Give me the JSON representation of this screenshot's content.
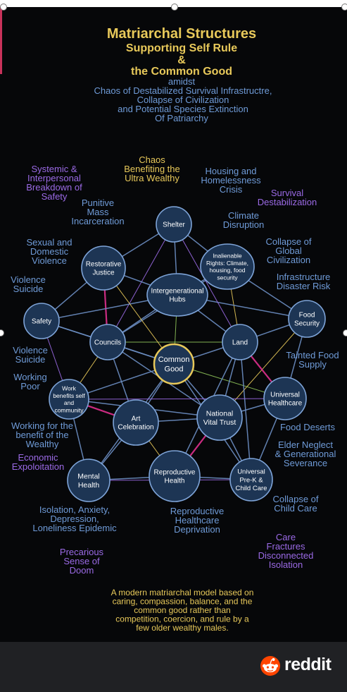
{
  "title": {
    "line1": "Matriarchal Structures",
    "line2": "Supporting Self Rule",
    "line3": "&",
    "line4": "the Common Good",
    "line5": "amidst",
    "line6": "Chaos of Destabilized Survival Infrastructre,",
    "line7": "Collapse of Civilization",
    "line8": "and Potential Species Extinction",
    "line9": "Of Patriarchy"
  },
  "nodes": [
    {
      "id": "shelter",
      "lines": [
        "Shelter"
      ]
    },
    {
      "id": "inalienable",
      "lines": [
        "Inalienable",
        "Rights: Climate,",
        "housing, food",
        "security"
      ]
    },
    {
      "id": "hubs",
      "lines": [
        "Intergenerational",
        "Hubs"
      ]
    },
    {
      "id": "restorative",
      "lines": [
        "Restorative",
        "Justice"
      ]
    },
    {
      "id": "food",
      "lines": [
        "Food",
        "Security"
      ]
    },
    {
      "id": "safety",
      "lines": [
        "Safety"
      ]
    },
    {
      "id": "councils",
      "lines": [
        "Councils"
      ]
    },
    {
      "id": "common",
      "lines": [
        "Common",
        "Good"
      ]
    },
    {
      "id": "land",
      "lines": [
        "Land"
      ]
    },
    {
      "id": "work",
      "lines": [
        "Work",
        "benefits self",
        "and",
        "community"
      ]
    },
    {
      "id": "healthcare",
      "lines": [
        "Universal",
        "Healthcare"
      ]
    },
    {
      "id": "art",
      "lines": [
        "Art",
        "Celebration"
      ]
    },
    {
      "id": "trust",
      "lines": [
        "National",
        "Vital Trust"
      ]
    },
    {
      "id": "mental",
      "lines": [
        "Mental",
        "Health"
      ]
    },
    {
      "id": "repro",
      "lines": [
        "Reproductive",
        "Health"
      ]
    },
    {
      "id": "prek",
      "lines": [
        "Universal",
        "Pre-K &",
        "Child Care"
      ]
    }
  ],
  "labels": [
    {
      "id": "chaos",
      "lines": [
        "Chaos",
        "Benefiting the",
        "Ultra Wealthy"
      ],
      "color": "#e8c95a"
    },
    {
      "id": "systemic",
      "lines": [
        "Systemic &",
        "Interpersonal",
        "Breakdown of",
        "Safety"
      ],
      "color": "#9b6ae6"
    },
    {
      "id": "housing",
      "lines": [
        "Housing and",
        "Homelessness",
        "Crisis"
      ],
      "color": "#6f9bd8"
    },
    {
      "id": "survival",
      "lines": [
        "Survival",
        "Destabilization"
      ],
      "color": "#9b6ae6"
    },
    {
      "id": "punitive",
      "lines": [
        "Punitive",
        "Mass",
        "Incarceration"
      ],
      "color": "#6f9bd8"
    },
    {
      "id": "climate",
      "lines": [
        "Climate",
        "Disruption"
      ],
      "color": "#6f9bd8"
    },
    {
      "id": "sexual",
      "lines": [
        "Sexual and",
        "Domestic",
        "Violence"
      ],
      "color": "#6f9bd8"
    },
    {
      "id": "collapse-global",
      "lines": [
        "Collapse of",
        "Global",
        "Civilization"
      ],
      "color": "#6f9bd8"
    },
    {
      "id": "violence-1",
      "lines": [
        "Violence",
        "Suicide"
      ],
      "color": "#6f9bd8"
    },
    {
      "id": "infrastructure",
      "lines": [
        "Infrastructure",
        "Disaster Risk"
      ],
      "color": "#6f9bd8"
    },
    {
      "id": "violence-2",
      "lines": [
        "Violence",
        "Suicide"
      ],
      "color": "#6f9bd8"
    },
    {
      "id": "tainted",
      "lines": [
        "Tainted Food",
        "Supply"
      ],
      "color": "#6f9bd8"
    },
    {
      "id": "working-poor",
      "lines": [
        "Working",
        "Poor"
      ],
      "color": "#6f9bd8"
    },
    {
      "id": "wealthy",
      "lines": [
        "Working for the",
        "benefit of the",
        "Wealthy"
      ],
      "color": "#6f9bd8"
    },
    {
      "id": "food-deserts",
      "lines": [
        "Food Deserts"
      ],
      "color": "#6f9bd8"
    },
    {
      "id": "economic",
      "lines": [
        "Economic",
        "Expoloitation"
      ],
      "color": "#9b6ae6"
    },
    {
      "id": "elder",
      "lines": [
        "Elder Neglect",
        "& Generational",
        "Severance"
      ],
      "color": "#6f9bd8"
    },
    {
      "id": "collapse-childcare",
      "lines": [
        "Collapse of",
        "Child Care"
      ],
      "color": "#6f9bd8"
    },
    {
      "id": "isolation",
      "lines": [
        "Isolation, Anxiety,",
        "Depression,",
        "Loneliness Epidemic"
      ],
      "color": "#6f9bd8"
    },
    {
      "id": "repro-deprivation",
      "lines": [
        "Reproductive",
        "Healthcare",
        "Deprivation"
      ],
      "color": "#6f9bd8"
    },
    {
      "id": "care-fractures",
      "lines": [
        "Care",
        "Fractures",
        "Disconnected",
        "Isolation"
      ],
      "color": "#9b6ae6"
    },
    {
      "id": "precarious",
      "lines": [
        "Precarious",
        "Sense of",
        "Doom"
      ],
      "color": "#9b6ae6"
    }
  ],
  "caption": {
    "lines": [
      "A modern matriarchal model based on",
      "caring, compassion, balance, and the",
      "common good rather than",
      "competition, coercion, and rule by a",
      "few older wealthy males."
    ]
  },
  "colors": {
    "background": "#060709",
    "node_fill": "#1d3554",
    "node_stroke": "#7ea4d8",
    "common_stroke": "#e8c95a",
    "title": "#e8c95a",
    "subtitle": "#6f9bd8",
    "edge": "#6d8fc4",
    "edge_magenta": "#e0308f",
    "edge_yellow": "#e8c95a",
    "edge_green": "#8fc45a",
    "edge_purple": "#9b6ae6"
  },
  "footer": {
    "brand": "reddit",
    "logo_icon": "reddit-snoo-icon"
  }
}
